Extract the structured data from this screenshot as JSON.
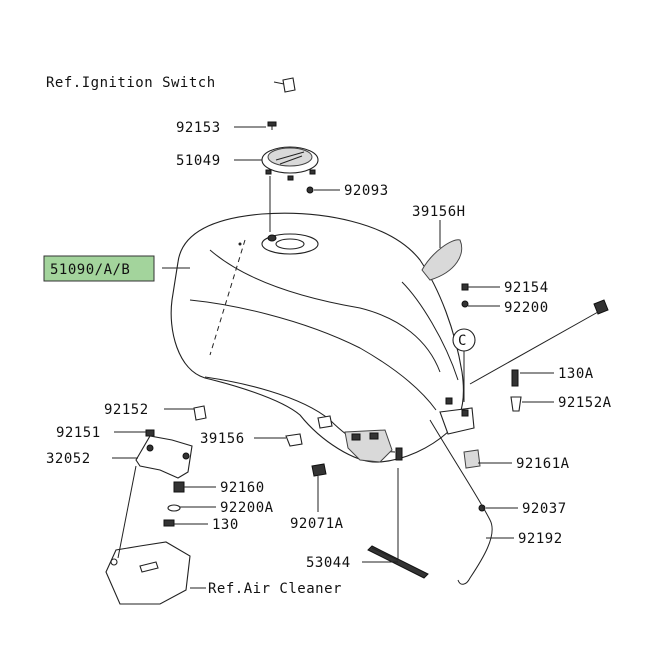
{
  "diagram": {
    "highlight_color": "#a3d49c",
    "labels": {
      "ref_ignition_switch": "Ref.Ignition Switch",
      "p92153": "92153",
      "p51049": "51049",
      "p92093": "92093",
      "p39156H": "39156H",
      "p51090": "51090/A/B",
      "p92154": "92154",
      "p92200": "92200",
      "p130A": "130A",
      "p92152A": "92152A",
      "p92152": "92152",
      "p92151": "92151",
      "p32052": "32052",
      "p39156": "39156",
      "p92161A": "92161A",
      "p92160": "92160",
      "p92200A": "92200A",
      "p130": "130",
      "p92071A": "92071A",
      "p92037": "92037",
      "p92192": "92192",
      "p53044": "53044",
      "ref_air_cleaner": "Ref.Air Cleaner",
      "callout_c": "C"
    }
  }
}
